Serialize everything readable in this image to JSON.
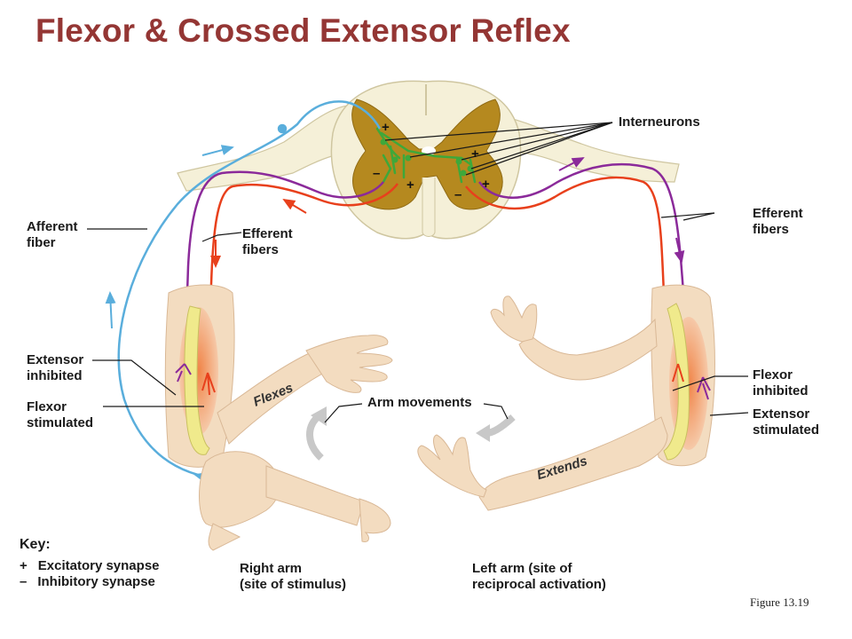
{
  "title": "Flexor & Crossed Extensor Reflex",
  "labels": {
    "interneurons": "Interneurons",
    "afferent_fiber": [
      "Afferent",
      "fiber"
    ],
    "efferent_fibers_left": [
      "Efferent",
      "fibers"
    ],
    "efferent_fibers_right": [
      "Efferent",
      "fibers"
    ],
    "extensor_inhibited": [
      "Extensor",
      "inhibited"
    ],
    "flexor_stimulated": [
      "Flexor",
      "stimulated"
    ],
    "flexor_inhibited": [
      "Flexor",
      "inhibited"
    ],
    "extensor_stimulated": [
      "Extensor",
      "stimulated"
    ],
    "arm_movements": "Arm movements",
    "flexes": "Flexes",
    "extends": "Extends",
    "right_arm": [
      "Right arm",
      "(site of stimulus)"
    ],
    "left_arm": [
      "Left arm (site of",
      "reciprocal activation)"
    ]
  },
  "synapse_signs": {
    "plus": "+",
    "minus": "–"
  },
  "key": {
    "title": "Key:",
    "items": [
      {
        "symbol": "+",
        "text": "Excitatory synapse"
      },
      {
        "symbol": "–",
        "text": "Inhibitory synapse"
      }
    ]
  },
  "figure_caption": "Figure 13.19",
  "colors": {
    "title": "#943634",
    "afferent": "#5aaedc",
    "efferent_flexor": "#e8401c",
    "efferent_extensor": "#8b2a9a",
    "interneuron": "#3ea83a",
    "gray_matter": "#b5891f",
    "white_matter": "#f5f0d8",
    "skin": "#f3dcc0",
    "muscle": "#e9703a",
    "tendon": "#f0ea8c"
  }
}
